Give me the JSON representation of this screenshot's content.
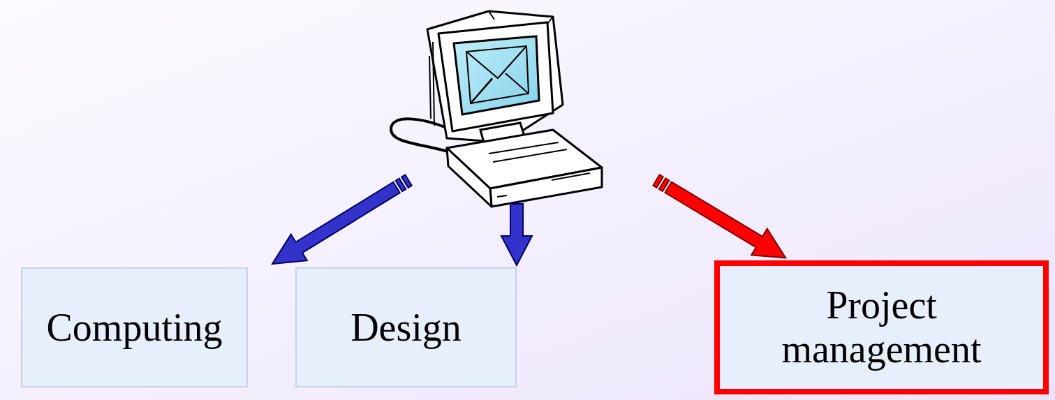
{
  "diagram": {
    "nodes": [
      {
        "text": [
          "Computing"
        ]
      },
      {
        "text": [
          "Design"
        ]
      },
      {
        "text": [
          "Project management"
        ]
      }
    ]
  }
}
